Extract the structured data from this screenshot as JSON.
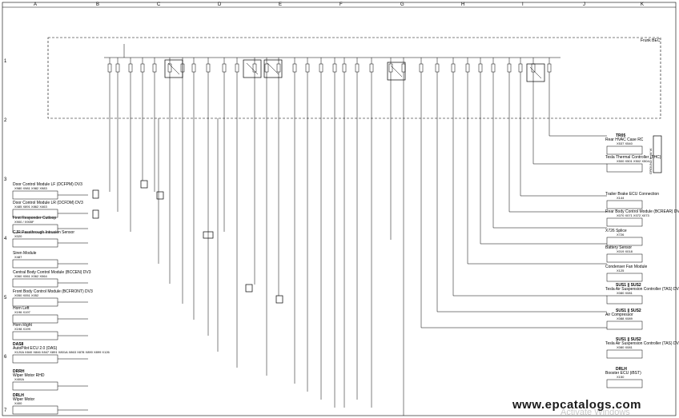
{
  "frame_cols": [
    "A",
    "B",
    "C",
    "D",
    "E",
    "F",
    "G",
    "H",
    "I",
    "J",
    "K"
  ],
  "frame_rows": [
    "1",
    "2",
    "3",
    "4",
    "5",
    "6",
    "7"
  ],
  "fuse_box": "Frunk BEC",
  "left_modules": [
    {
      "title": "Door Control Module LF (DCFPM) DV3",
      "connectors": "X980 X981 X982 X983"
    },
    {
      "title": "Door Control Module LR (DCFDM) DV3",
      "connectors": "X485 X891 X862 X463"
    },
    {
      "title": "First Responder Cutloop",
      "connectors": "X900 / X905F"
    },
    {
      "title": "CJR Passthrough Intrusion Sensor",
      "connectors": "X020"
    },
    {
      "title": "Siren Module",
      "connectors": "X487"
    },
    {
      "title": "Central Body Control Module (BCCEN) DV3",
      "connectors": "X060 X061 X062 X064"
    },
    {
      "title": "Front Body Control Module (BCFRONT) DV3",
      "connectors": "X050 X051 X052"
    },
    {
      "title": "Horn Left",
      "connectors": "X196 X197"
    },
    {
      "title": "Horn Right",
      "connectors": "X198 X199"
    },
    {
      "title": "AutoPilot ECU 2.0 (DAS)",
      "code": "DAS8",
      "connectors": "X120A X840 X846 X847 X891 X801A X863 X878 X890 X899 X126"
    },
    {
      "title": "Wiper Motor RHD",
      "code": "DRRH",
      "connectors": "X400A"
    },
    {
      "title": "Wiper Motor",
      "code": "DRLH",
      "connectors": "X400"
    }
  ],
  "right_modules": [
    {
      "title": "Rear HVAC Case RC",
      "code": "TR05",
      "connectors": "X537 X540"
    },
    {
      "title": "Tesla Thermal Controller (THC)",
      "connectors": "X500 X501 X502 X504"
    },
    {
      "title": "Trailer Brake ECU Connection",
      "connectors": "X144"
    },
    {
      "title": "Rear Body Control Module (BCREAR) DV3",
      "connectors": "X070 X071 X072 X073"
    },
    {
      "title": "X726 Splice",
      "connectors": "X726"
    },
    {
      "title": "Battery Sensor",
      "connectors": "X019 X018"
    },
    {
      "title": "Condenser Fan Module",
      "connectors": "X125"
    },
    {
      "title": "Tesla Air Suspension Controller (TAS) DV3",
      "code": "SUS1 || SUS2",
      "connectors": "X080 X081"
    },
    {
      "title": "Air Compressor",
      "code": "SUS1 || SUS2",
      "connectors": "X088 X089"
    },
    {
      "title": "Tesla Air Suspension Controller (TAS) DV3",
      "code": "SUS1 || SUS2",
      "connectors": "X080 X081"
    },
    {
      "title": "Booster ECU (iBST)",
      "code": "DRLH",
      "connectors": "X150"
    }
  ],
  "right_vertical_label": "GROUND X_W W",
  "watermark": "www.epcatalogs.com",
  "watermark_faint": "Activate Windows"
}
